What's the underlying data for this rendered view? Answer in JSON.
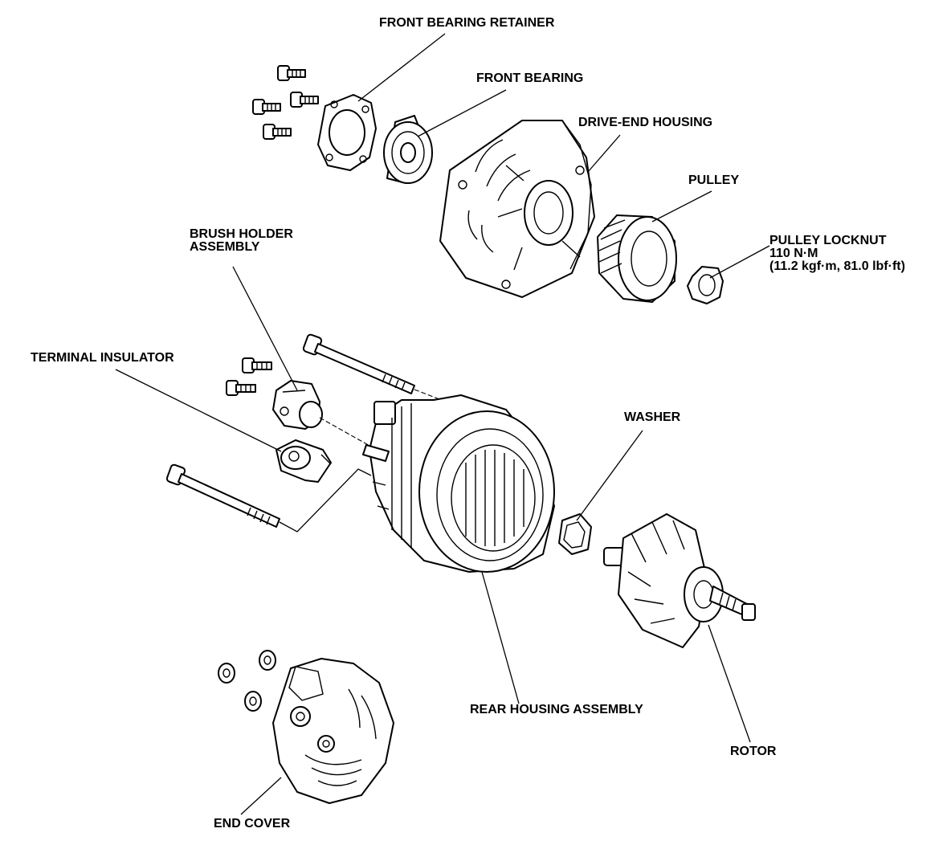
{
  "labels": {
    "front_bearing_retainer": "FRONT BEARING RETAINER",
    "front_bearing": "FRONT BEARING",
    "drive_end_housing": "DRIVE-END HOUSING",
    "pulley": "PULLEY",
    "pulley_locknut": {
      "line1": "PULLEY LOCKNUT",
      "line2": "110 N·m",
      "line3": "(11.2 kgf·m, 81.0 lbf·ft)"
    },
    "brush_holder_assembly": {
      "line1": "BRUSH HOLDER",
      "line2": "ASSEMBLY"
    },
    "terminal_insulator": "TERMINAL INSULATOR",
    "washer": "WASHER",
    "rear_housing_assembly": "REAR HOUSING ASSEMBLY",
    "rotor": "ROTOR",
    "end_cover": "END COVER"
  }
}
